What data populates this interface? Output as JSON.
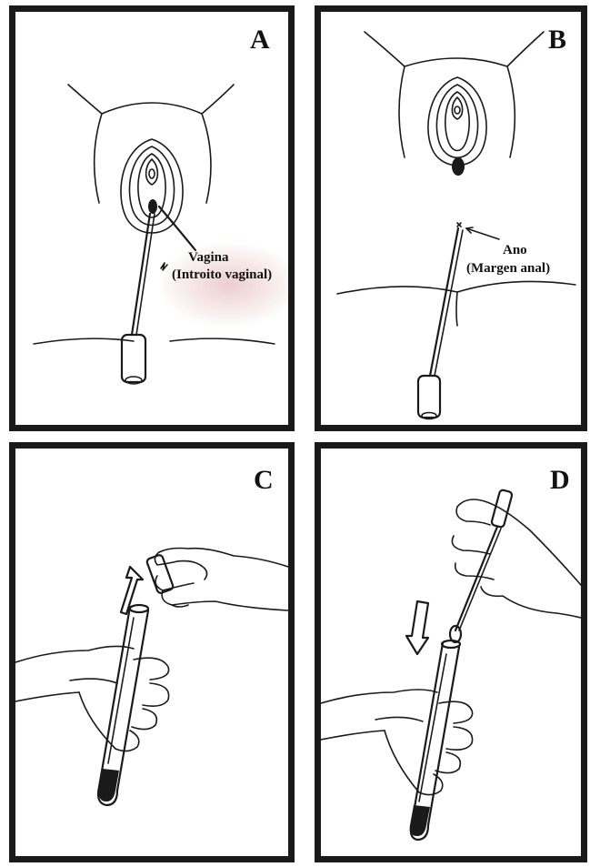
{
  "panels": {
    "a": {
      "letter": "A",
      "label_1": "Vagina",
      "label_2": "(Introito vaginal)"
    },
    "b": {
      "letter": "B",
      "label_1": "Ano",
      "label_2": "(Margen anal)"
    },
    "c": {
      "letter": "C"
    },
    "d": {
      "letter": "D"
    }
  }
}
